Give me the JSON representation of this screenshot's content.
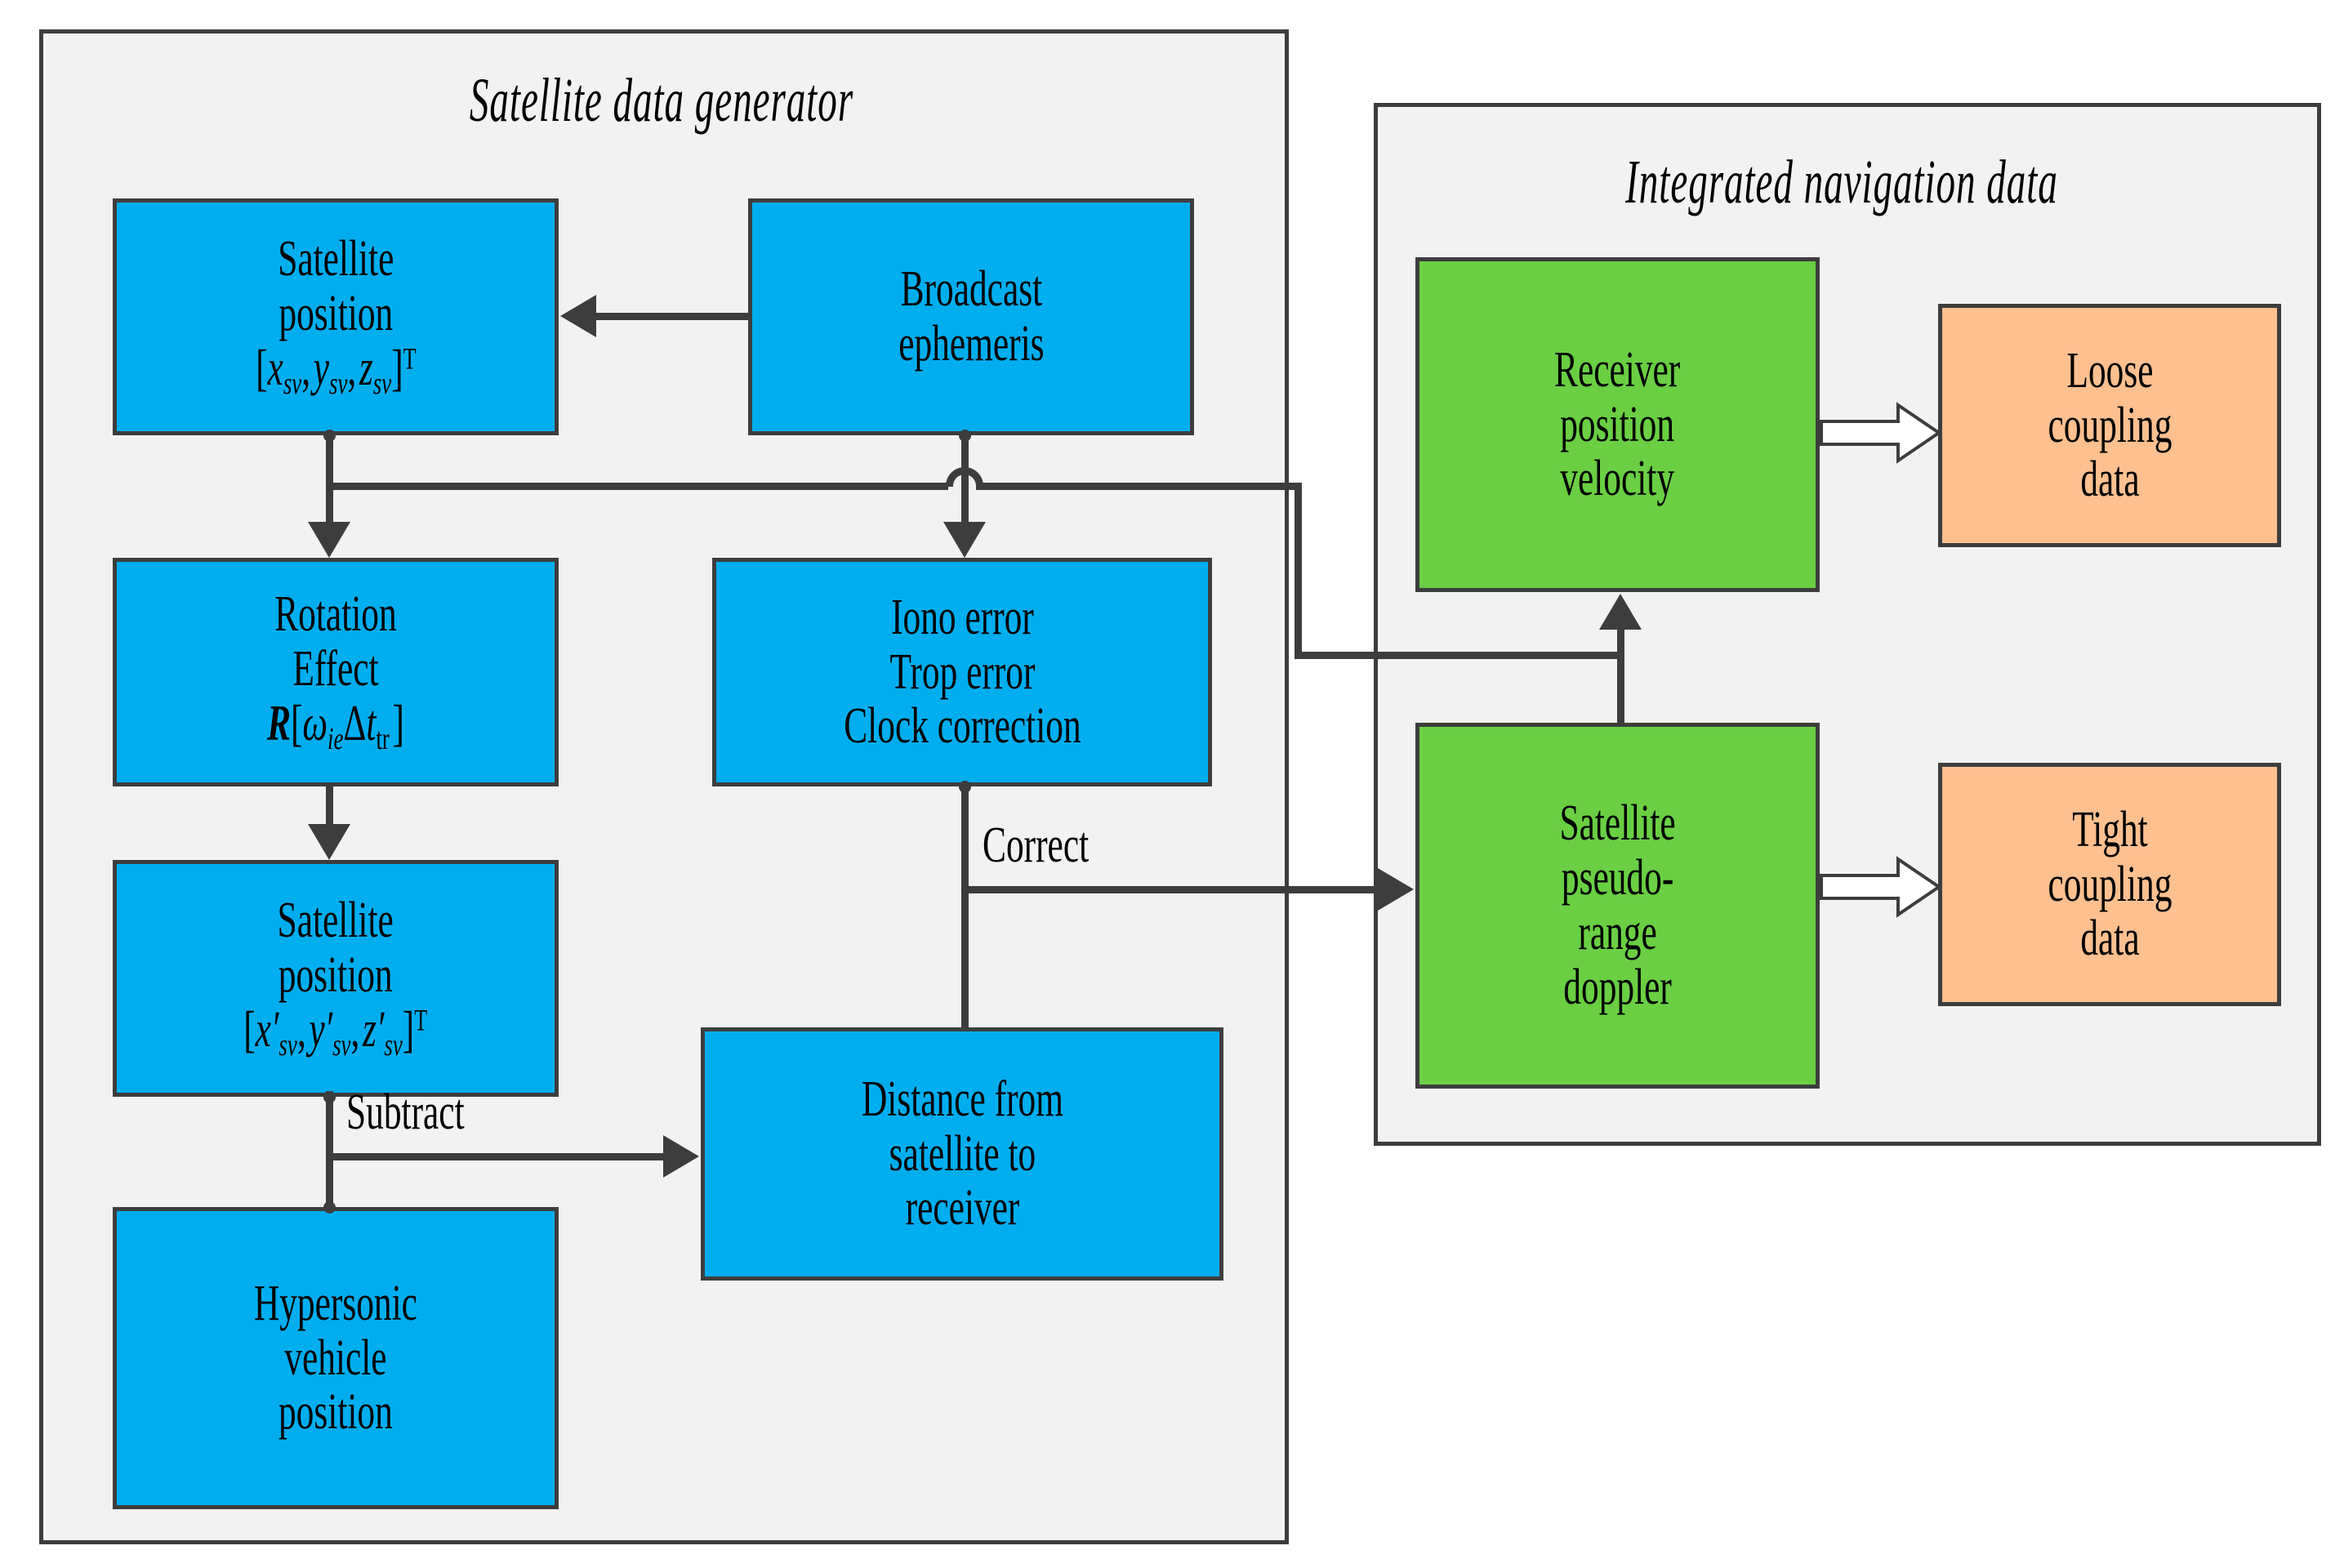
{
  "figure": {
    "type": "block-diagram",
    "title_left": "Satellite  data generator",
    "title_right": "Integrated navigation  data"
  },
  "colors": {
    "blue": "#00aeef",
    "green": "#6acf43",
    "orange": "#ffc090",
    "stroke": "#3d3d3d",
    "panel_fill": "#f2f2f2",
    "canvas": "#ffffff"
  },
  "panels": [
    {
      "name": "satellite-data-generator",
      "title": "Satellite  data generator"
    },
    {
      "name": "integrated-navigation-data",
      "title": "Integrated navigation  data"
    }
  ],
  "nodes": {
    "satellite_position_1": {
      "line1": "Satellite",
      "line2": "position",
      "line3_plain": "[x sv , y sv , z sv ]T",
      "color": "blue"
    },
    "broadcast_ephemeris": {
      "line1": "Broadcast",
      "line2": "ephemeris",
      "color": "blue"
    },
    "rotation_effect": {
      "line1": "Rotation",
      "line2": "Effect",
      "line3_plain": "R[ω ie Δt tr ]",
      "color": "blue"
    },
    "iono_error": {
      "line1": "Iono error",
      "line2": "Trop error",
      "line3": "Clock correction",
      "color": "blue"
    },
    "satellite_position_2": {
      "line1": "Satellite",
      "line2": "position",
      "line3_plain": "[x′sv , y′sv , z′sv ]T",
      "color": "blue"
    },
    "distance_sat_to_receiver": {
      "line1": "Distance from",
      "line2": "satellite to",
      "line3": "receiver",
      "color": "blue"
    },
    "hypersonic_vehicle_position": {
      "line1": "Hypersonic",
      "line2": "vehicle",
      "line3": "position",
      "color": "blue"
    },
    "receiver_position_velocity": {
      "line1": "Receiver",
      "line2": "position",
      "line3": "velocity",
      "color": "green"
    },
    "satellite_pseudorange_doppler": {
      "line1": "Satellite",
      "line2": "pseudo-",
      "line3": "range",
      "line4": "doppler",
      "color": "green"
    },
    "loose_coupling_data": {
      "line1": "Loose",
      "line2": "coupling",
      "line3": "data",
      "color": "orange"
    },
    "tight_coupling_data": {
      "line1": "Tight",
      "line2": "coupling",
      "line3": "data",
      "color": "orange"
    }
  },
  "edge_labels": {
    "correct": "Correct",
    "subtract": "Subtract"
  },
  "edges": [
    {
      "from": "broadcast_ephemeris",
      "to": "satellite_position_1",
      "style": "solid-arrow"
    },
    {
      "from": "satellite_position_1",
      "to": "rotation_effect",
      "style": "solid-arrow"
    },
    {
      "from": "rotation_effect",
      "to": "satellite_position_2",
      "style": "solid-arrow"
    },
    {
      "from": "broadcast_ephemeris",
      "to": "iono_error",
      "style": "solid-arrow"
    },
    {
      "from": "satellite_position_1",
      "to": "receiver_position_velocity",
      "style": "solid-arrow"
    },
    {
      "from": "iono_error",
      "to": "satellite_pseudorange_doppler",
      "style": "solid-arrow",
      "label": "Correct"
    },
    {
      "from": "iono_error",
      "to": "distance_sat_to_receiver",
      "style": "solid-line"
    },
    {
      "from": "satellite_position_2",
      "to": "distance_sat_to_receiver",
      "style": "solid-arrow",
      "label": "Subtract"
    },
    {
      "from": "hypersonic_vehicle_position",
      "to": "distance_sat_to_receiver",
      "style": "solid-line"
    },
    {
      "from": "satellite_pseudorange_doppler",
      "to": "receiver_position_velocity",
      "style": "solid-arrow"
    },
    {
      "from": "receiver_position_velocity",
      "to": "loose_coupling_data",
      "style": "block-arrow"
    },
    {
      "from": "satellite_pseudorange_doppler",
      "to": "tight_coupling_data",
      "style": "block-arrow"
    }
  ]
}
